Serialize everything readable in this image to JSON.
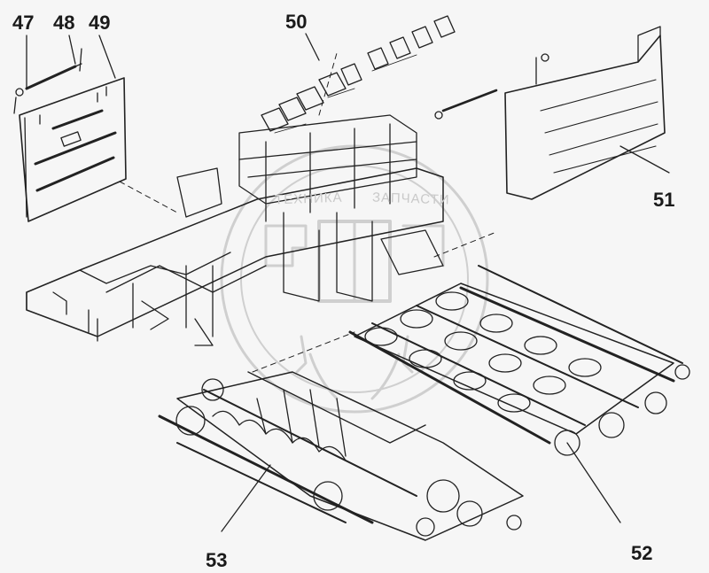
{
  "callouts": {
    "p47": "47",
    "p48": "48",
    "p49": "49",
    "p50": "50",
    "p51": "51",
    "p52": "52",
    "p53": "53"
  },
  "watermark": {
    "left_word": "ТЕХНИКА",
    "right_word": "ЗАПЧАСТИ"
  },
  "colors": {
    "line": "#222222",
    "paper": "#f6f6f6",
    "watermark": "#cfcfcf"
  }
}
